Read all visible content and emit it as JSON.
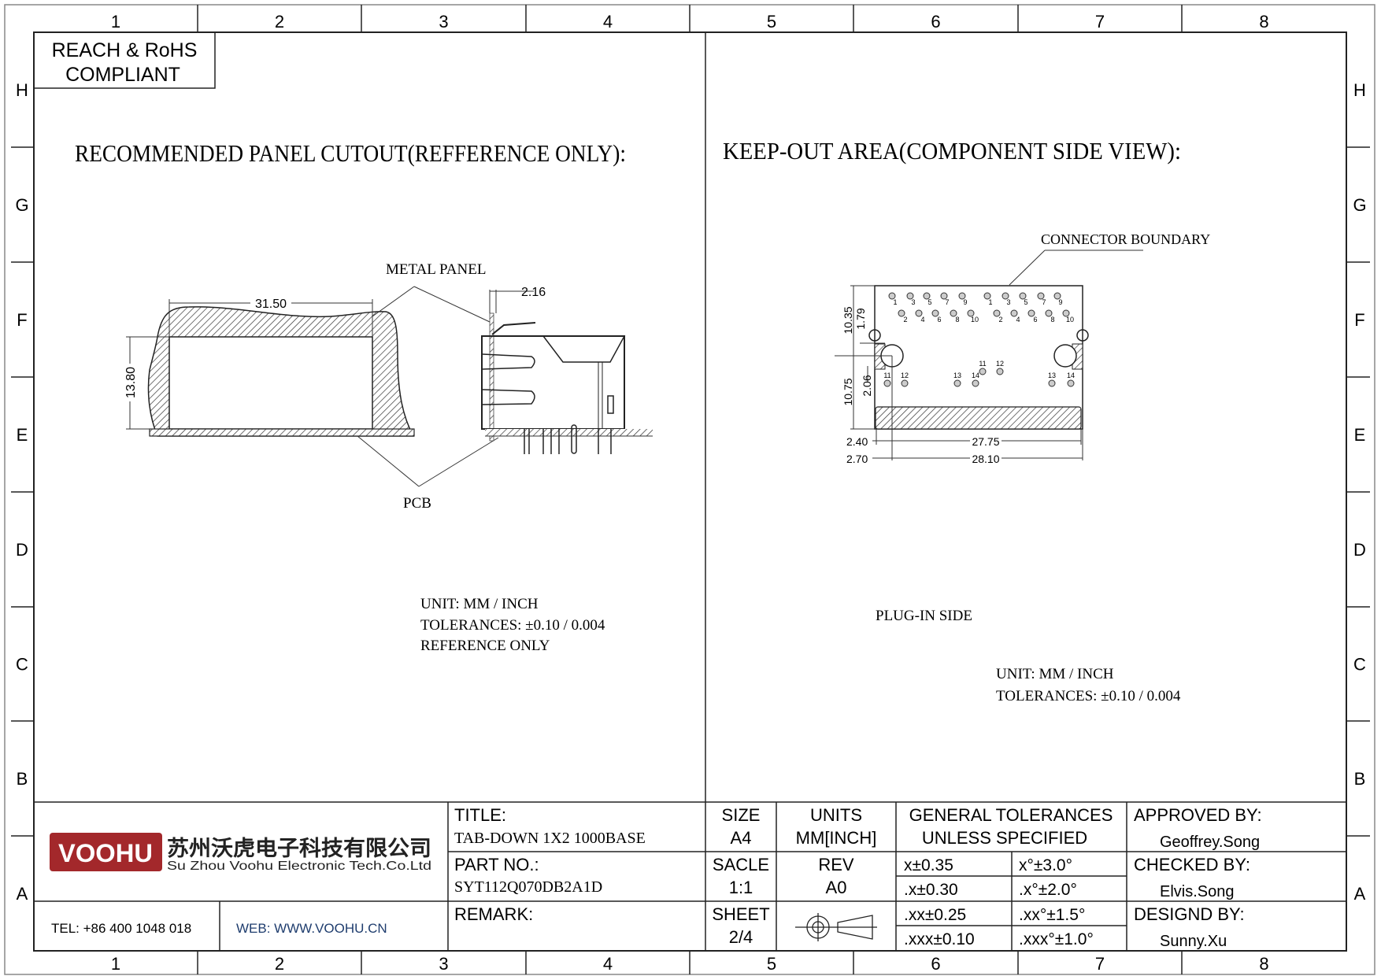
{
  "border": {
    "columns": [
      "1",
      "2",
      "3",
      "4",
      "5",
      "6",
      "7",
      "8"
    ],
    "rows": [
      "H",
      "G",
      "F",
      "E",
      "D",
      "C",
      "B",
      "A"
    ]
  },
  "compliance": {
    "line1": "REACH & RoHS",
    "line2": "COMPLIANT"
  },
  "left_view": {
    "heading": "RECOMMENDED PANEL CUTOUT(REFFERENCE ONLY):",
    "metal_panel_label": "METAL PANEL",
    "pcb_label": "PCB",
    "dim_width": "31.50",
    "dim_height": "13.80",
    "dim_panel": "2.16",
    "notes": [
      "UNIT: MM / INCH",
      "TOLERANCES: ±0.10 / 0.004",
      "REFERENCE ONLY"
    ]
  },
  "right_view": {
    "heading": "KEEP-OUT AREA(COMPONENT SIDE VIEW):",
    "boundary_label": "CONNECTOR BOUNDARY",
    "plug_in_label": "PLUG-IN SIDE",
    "dims": {
      "d1035": "10.35",
      "d179": "1.79",
      "d1075": "10.75",
      "d206": "2.06",
      "d240": "2.40",
      "d270": "2.70",
      "d2775": "27.75",
      "d2810": "28.10"
    },
    "pins_odd": [
      "1",
      "3",
      "5",
      "7",
      "9",
      "1",
      "3",
      "5",
      "7",
      "9"
    ],
    "pins_even": [
      "2",
      "4",
      "6",
      "8",
      "10",
      "2",
      "4",
      "6",
      "8",
      "10"
    ],
    "pins_low": [
      "11",
      "12",
      "13",
      "14",
      "11",
      "12",
      "13",
      "14"
    ],
    "notes": [
      "UNIT: MM / INCH",
      "TOLERANCES: ±0.10 / 0.004"
    ]
  },
  "title_block": {
    "company_cn": "苏州沃虎电子科技有限公司",
    "company_en": "Su Zhou Voohu Electronic Tech.Co.Ltd",
    "logo_text": "VOOHU",
    "brand_color": "#a3282b",
    "tel": "TEL: +86 400 1048 018",
    "web": "WEB: WWW.VOOHU.CN",
    "title_label": "TITLE:",
    "title_value": "TAB-DOWN 1X2 1000BASE",
    "part_label": "PART NO.:",
    "part_value": "SYT112Q070DB2A1D",
    "remark_label": "REMARK:",
    "size_label": "SIZE",
    "size_value": "A4",
    "units_label": "UNITS",
    "units_value": "MM[INCH]",
    "scale_label": "SACLE",
    "scale_value": "1:1",
    "rev_label": "REV",
    "rev_value": "A0",
    "sheet_label": "SHEET",
    "sheet_value": "2/4",
    "tol_header1": "GENERAL TOLERANCES",
    "tol_header2": "UNLESS SPECIFIED",
    "tolerances": [
      {
        "linear": "x±0.35",
        "angular": "x°±3.0°"
      },
      {
        "linear": ".x±0.30",
        "angular": ".x°±2.0°"
      },
      {
        "linear": ".xx±0.25",
        "angular": ".xx°±1.5°"
      },
      {
        "linear": ".xxx±0.10",
        "angular": ".xxx°±1.0°"
      }
    ],
    "approved_label": "APPROVED BY:",
    "approved_value": "Geoffrey.Song",
    "checked_label": "CHECKED BY:",
    "checked_value": "Elvis.Song",
    "designed_label": "DESIGND BY:",
    "designed_value": "Sunny.Xu"
  }
}
